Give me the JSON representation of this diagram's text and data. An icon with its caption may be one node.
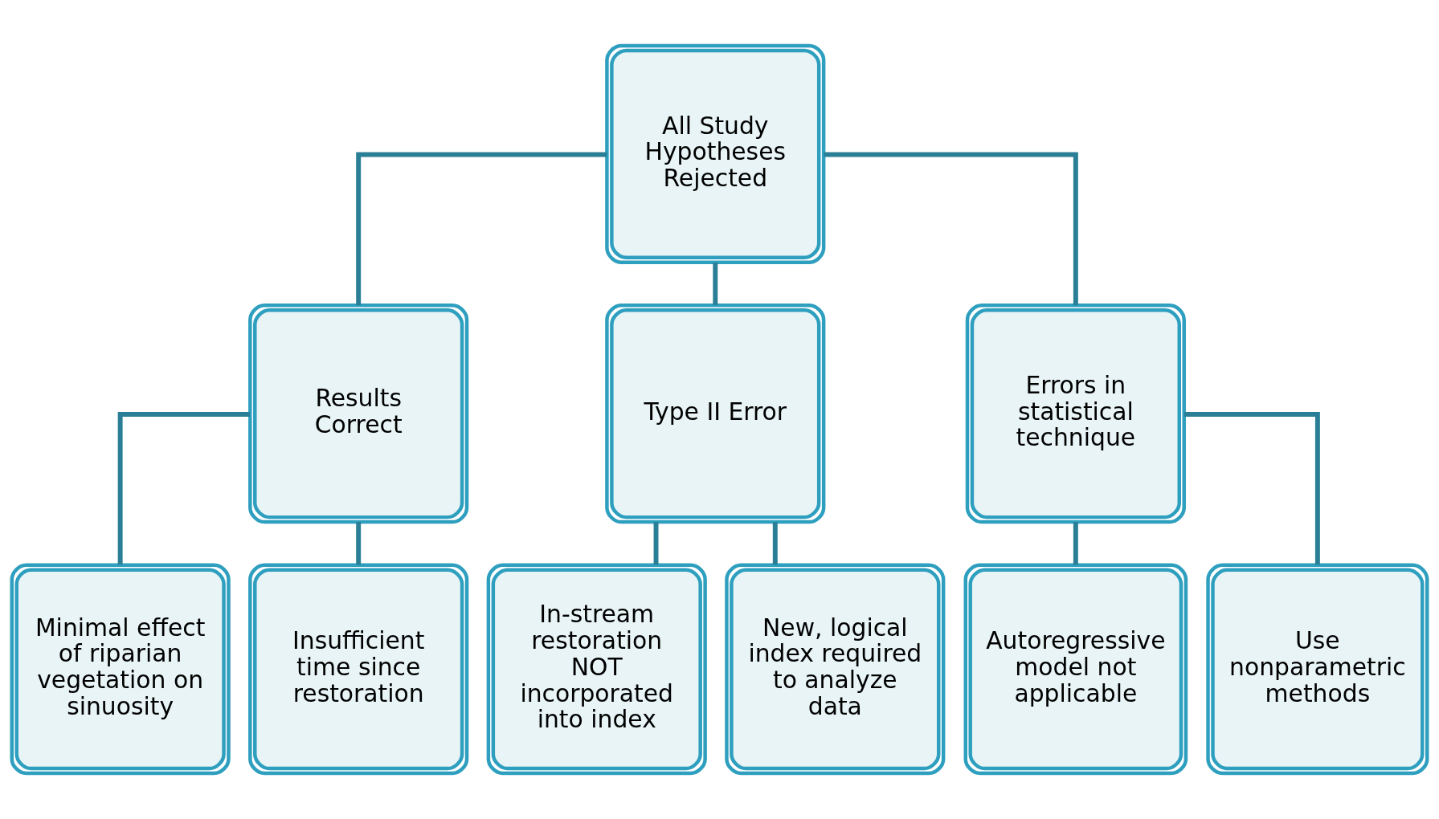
{
  "diagram": {
    "nodes": [
      {
        "text": [
          "All Study Hypotheses Rejected"
        ]
      },
      {
        "text": [
          "Results Correct"
        ]
      },
      {
        "text": [
          "Type II Error"
        ]
      },
      {
        "text": [
          "Errors in statistical technique"
        ]
      },
      {
        "text": [
          "Minimal effect of riparian vegetation on sinuosity"
        ]
      },
      {
        "text": [
          "Insufficient time since restoration"
        ]
      },
      {
        "text": [
          "In-stream restoration NOT incorporated into index"
        ]
      },
      {
        "text": [
          "New, logical index required to analyze data"
        ]
      },
      {
        "text": [
          "Autoregressive model not applicable"
        ]
      },
      {
        "text": [
          "Use nonparametric methods"
        ]
      }
    ],
    "edges": [
      {
        "from": 0,
        "to": 1,
        "arrow": "none"
      },
      {
        "from": 0,
        "to": 2,
        "arrow": "none"
      },
      {
        "from": 0,
        "to": 3,
        "arrow": "none"
      },
      {
        "from": 1,
        "to": 4,
        "arrow": "none"
      },
      {
        "from": 1,
        "to": 5,
        "arrow": "none"
      },
      {
        "from": 2,
        "to": 6,
        "arrow": "none"
      },
      {
        "from": 2,
        "to": 7,
        "arrow": "none"
      },
      {
        "from": 3,
        "to": 8,
        "arrow": "none"
      },
      {
        "from": 3,
        "to": 9,
        "arrow": "none"
      }
    ]
  }
}
